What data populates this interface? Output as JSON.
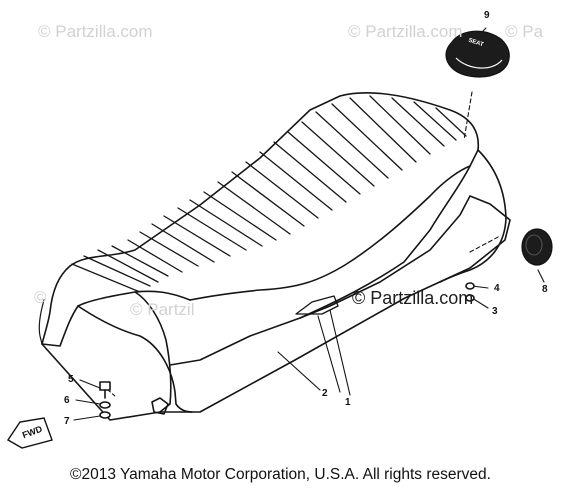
{
  "watermarks": {
    "top_left": "© Partzilla.com",
    "top_center": "© Partzilla.com",
    "top_right": "© Pa",
    "mid_left": "©",
    "mid_center": "© Partzil",
    "main": "© Partzilla.com"
  },
  "callouts": [
    "1",
    "2",
    "3",
    "4",
    "5",
    "6",
    "7",
    "8",
    "9"
  ],
  "forward_label": "FWD",
  "tag_label": "SEAT",
  "copyright": "©2013  Yamaha Motor Corporation, U.S.A. All rights reserved."
}
